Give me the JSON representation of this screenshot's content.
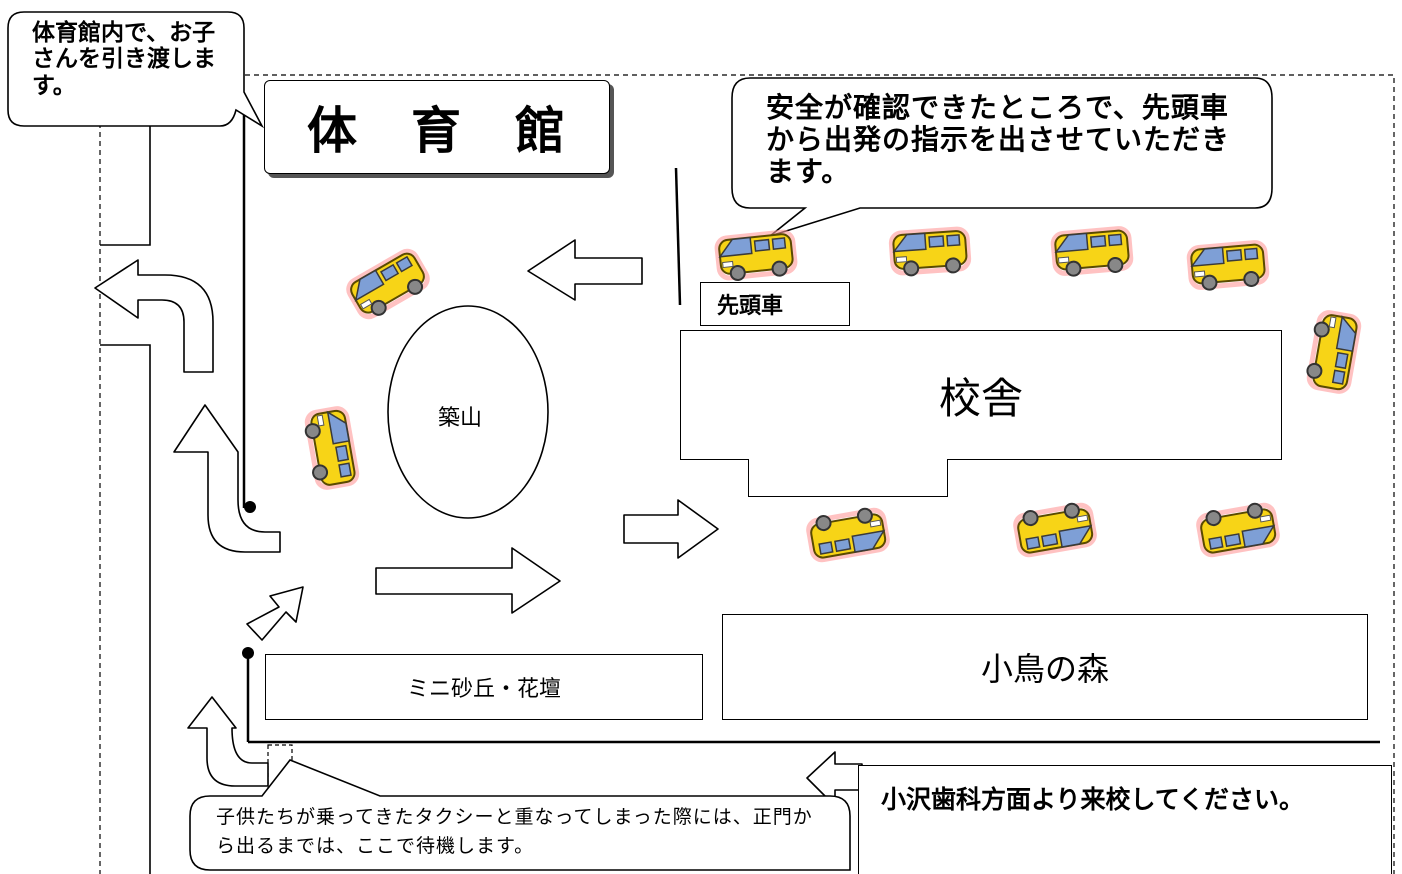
{
  "callouts": {
    "handover": "体育館内で、お子さんを引き渡します。",
    "departure": "安全が確認できたところで、先頭車から出発の指示を出させていただきます。",
    "waiting": "子供たちが乗ってきたタクシーと重なってしまった際には、正門から出るまでは、ここで待機します。"
  },
  "labels": {
    "gymnasium": "体　育　館",
    "lead_car": "先頭車",
    "school_building": "校舎",
    "tsukiyama": "築山",
    "mini_dune": "ミニ砂丘・花壇",
    "bird_forest": "小鳥の森",
    "approach": "小沢歯科方面より来校してください。"
  },
  "icons": {
    "vehicle": "yellow-van-icon",
    "direction": "outline-arrow-icon"
  },
  "colors": {
    "van_body": "#f7d417",
    "van_outline": "#5a4a00",
    "van_glow": "#ff8c8c",
    "window": "#7e9fd6"
  }
}
